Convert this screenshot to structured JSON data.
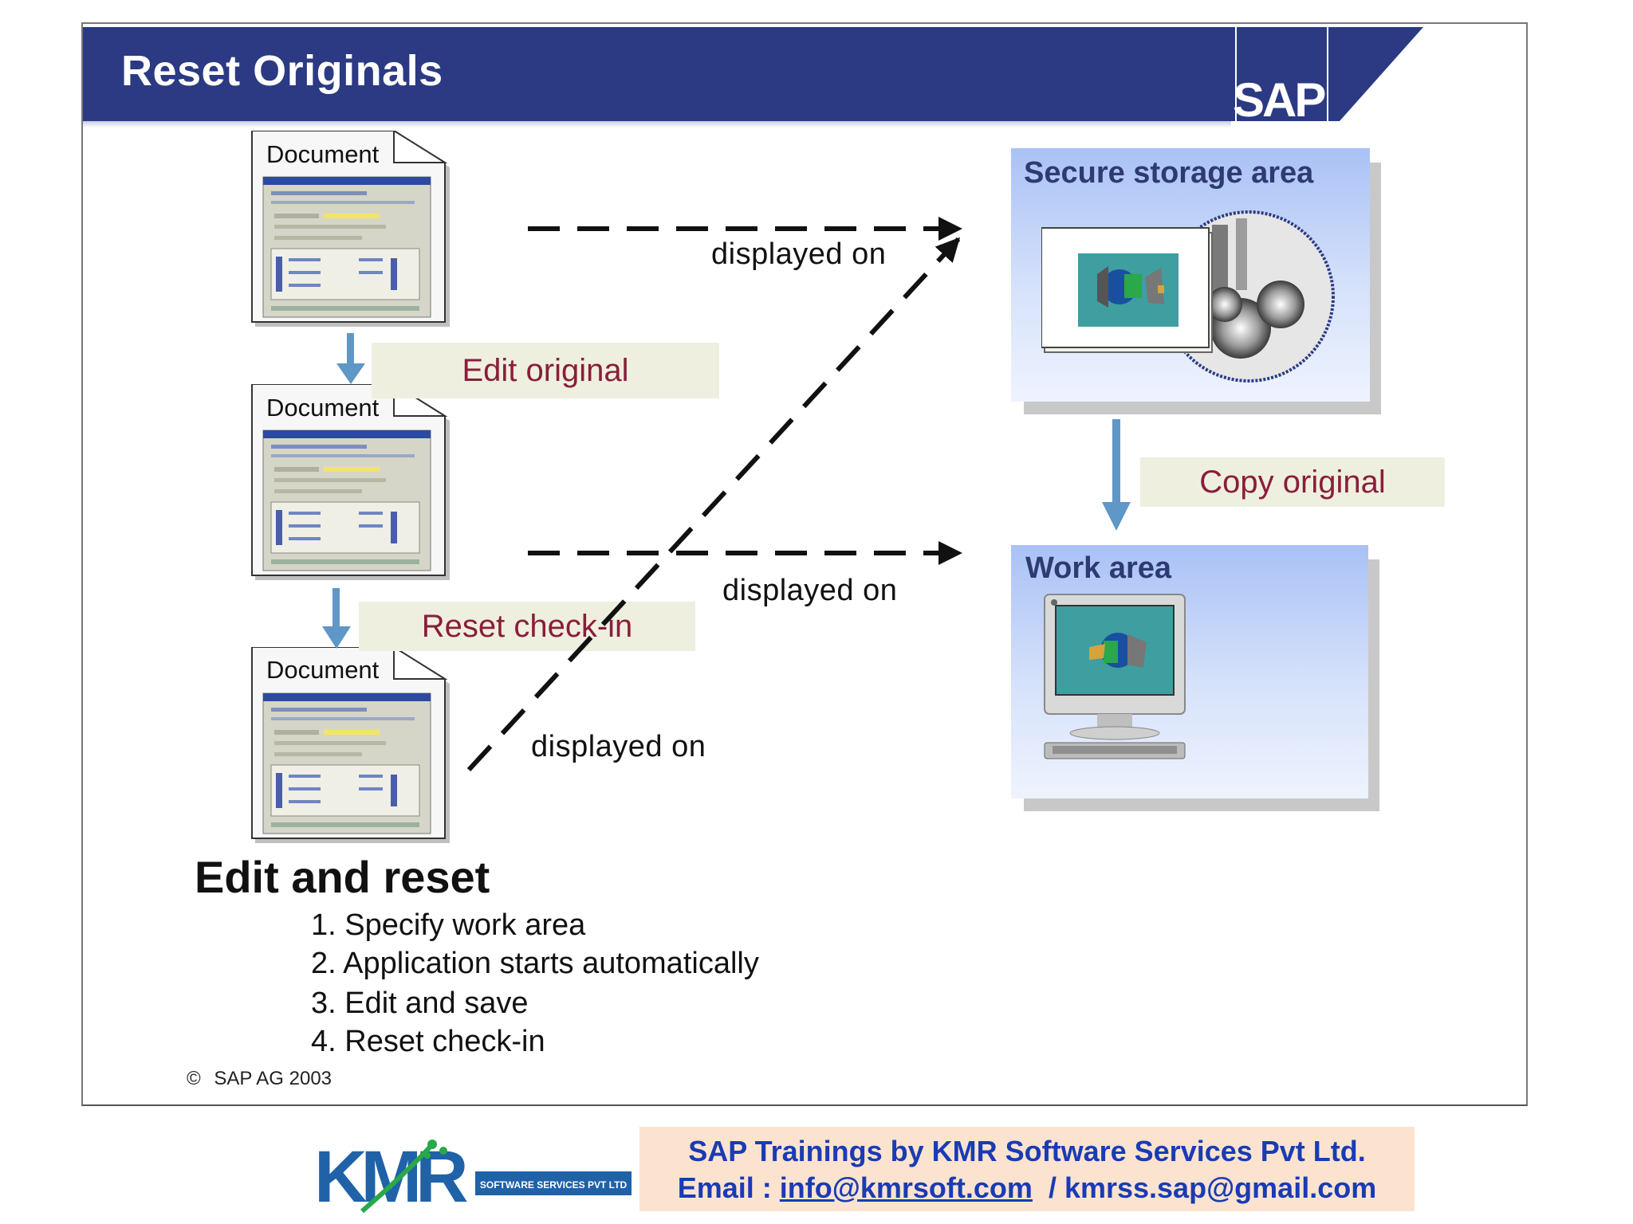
{
  "slide": {
    "title": "Reset Originals",
    "logo_text": "SAP"
  },
  "documents": [
    {
      "label": "Document"
    },
    {
      "label": "Document"
    },
    {
      "label": "Document"
    }
  ],
  "steps": {
    "edit_original": "Edit original",
    "reset_checkin": "Reset check-in",
    "copy_original": "Copy original"
  },
  "arrows": {
    "displayed_on_1": "displayed on",
    "displayed_on_2": "displayed on",
    "displayed_on_3": "displayed on"
  },
  "areas": {
    "secure_storage": "Secure storage area",
    "work_area": "Work area"
  },
  "edit_and_reset": {
    "heading": "Edit and reset",
    "items": [
      "1. Specify work area",
      "2. Application starts automatically",
      "3. Edit and save",
      "4. Reset check-in"
    ]
  },
  "copyright": "SAP AG 2003",
  "copyright_symbol": "©",
  "footer": {
    "company_logo_text": "KMR",
    "company_tagline": "SOFTWARE SERVICES PVT LTD",
    "line1": "SAP Trainings by KMR Software Services Pvt Ltd.",
    "email_label": "Email : ",
    "email1": "info@kmrsoft.com",
    "separator": "  / ",
    "email2": "kmrss.sap@gmail.com"
  },
  "colors": {
    "title_bar": "#2b3a82",
    "step_text": "#8a1e3a",
    "step_bg": "#efefe0",
    "arrow_blue": "#5f97c6",
    "footer_text": "#1a3bb5",
    "footer_bg": "#fce3cf"
  }
}
